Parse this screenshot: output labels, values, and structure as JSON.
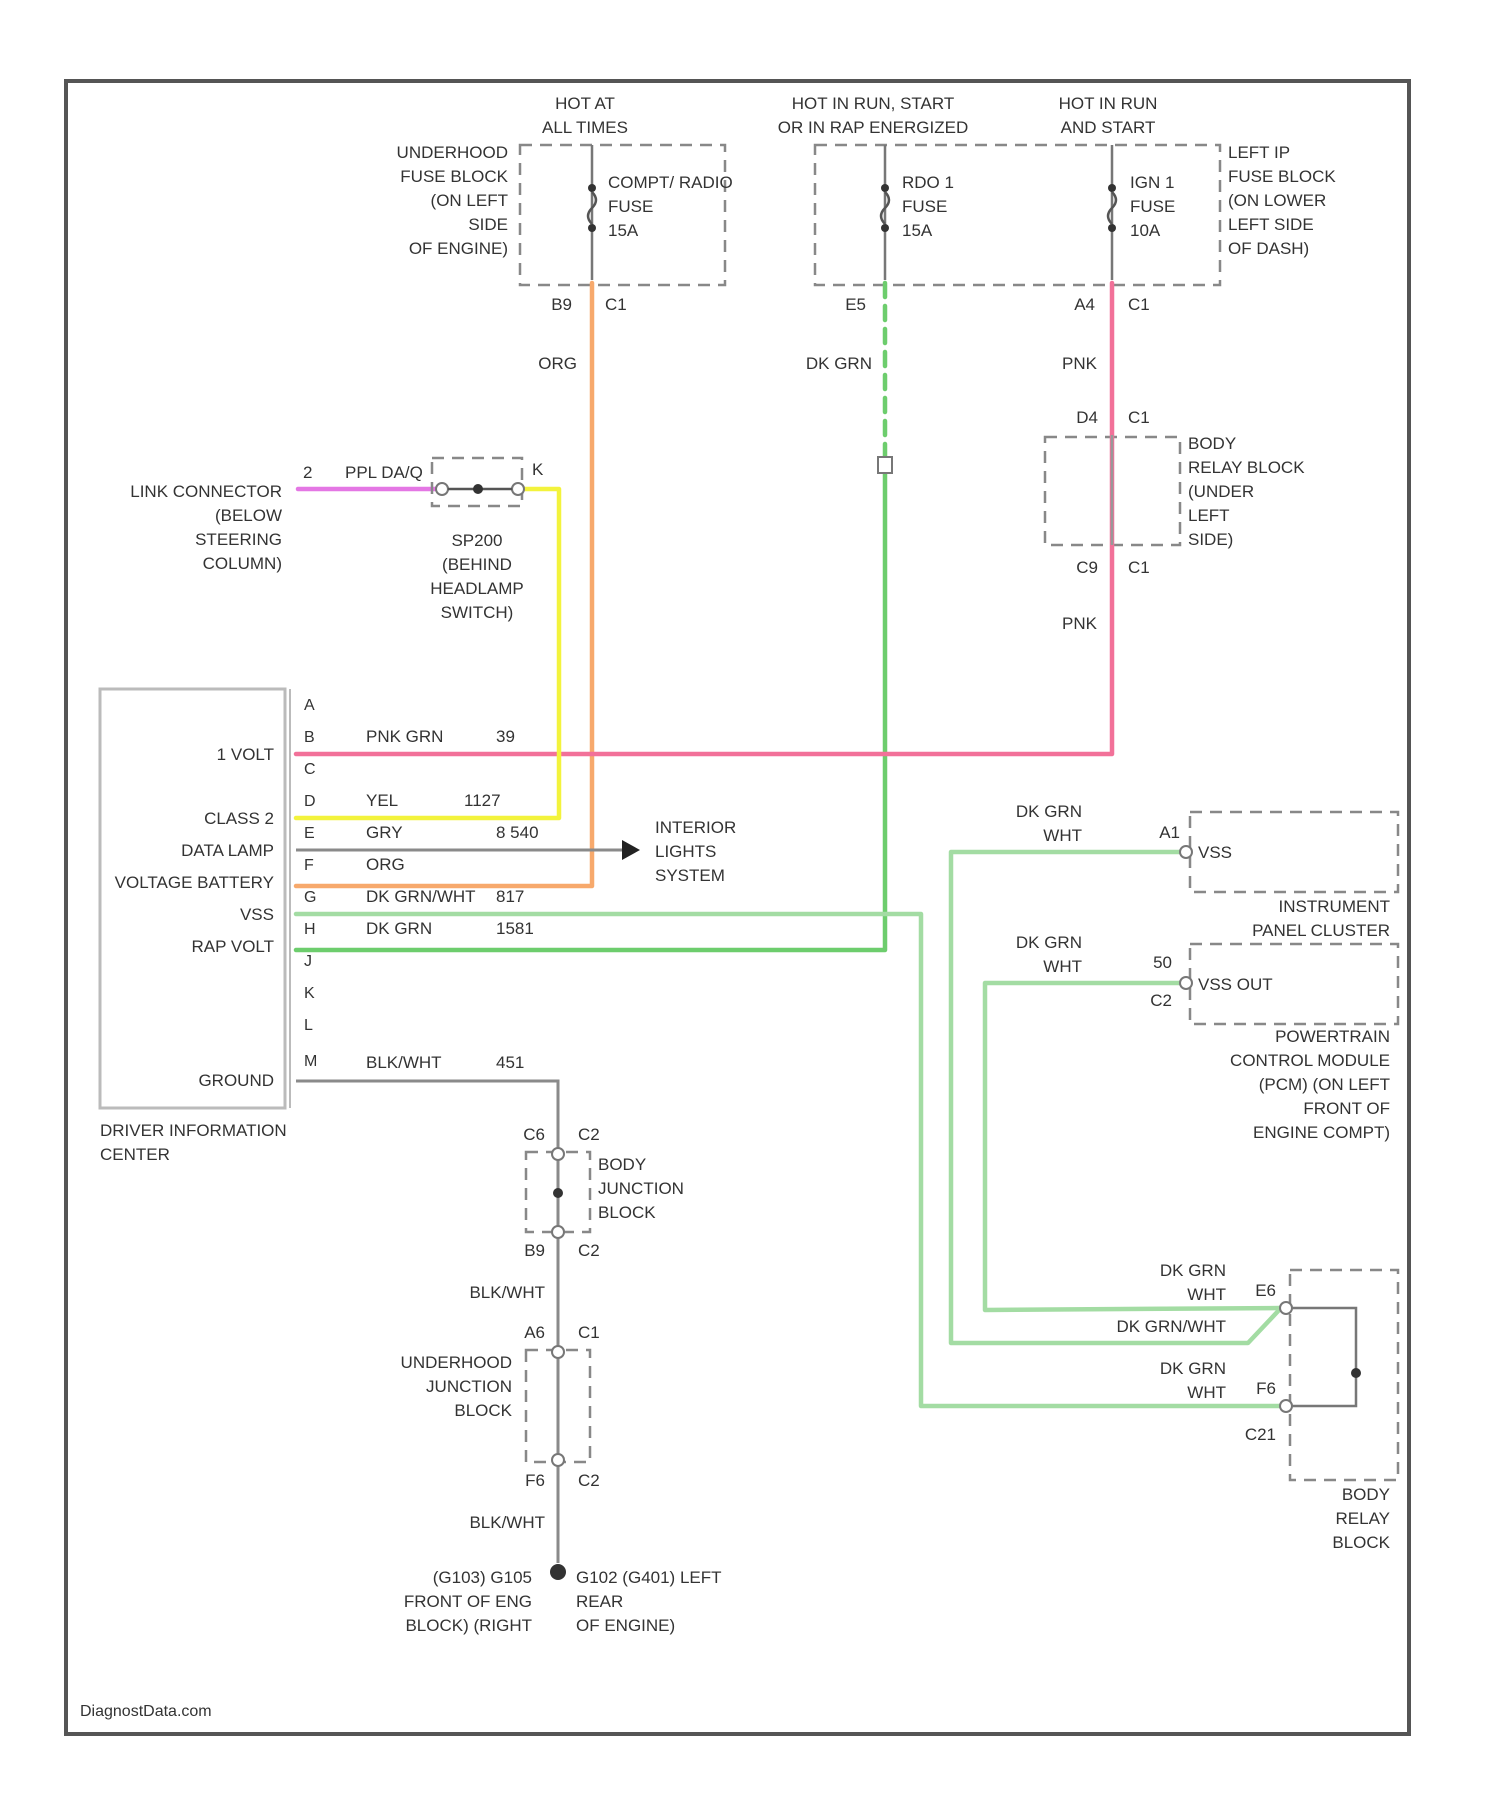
{
  "power_sources": {
    "hot_at_all_times": [
      "HOT AT",
      "ALL TIMES"
    ],
    "hot_in_run_start": [
      "HOT IN RUN, START",
      "OR IN RAP ENERGIZED"
    ],
    "hot_in_run_and_start": [
      "HOT IN RUN",
      "AND START"
    ]
  },
  "underhood_fuse_block": {
    "label": [
      "UNDERHOOD",
      "FUSE BLOCK",
      "(ON LEFT",
      "SIDE",
      "OF ENGINE)"
    ],
    "fuse": [
      "COMPT/ RADIO",
      "FUSE",
      "15A"
    ],
    "pin_left": "B9",
    "pin_right": "C1"
  },
  "left_ip_fuse_block": {
    "label": [
      "LEFT IP",
      "FUSE BLOCK",
      "(ON LOWER",
      "LEFT SIDE",
      "OF DASH)"
    ],
    "fuse_rdo": [
      "RDO 1",
      "FUSE",
      "15A"
    ],
    "fuse_ign": [
      "IGN 1",
      "FUSE",
      "10A"
    ],
    "pin_e5": "E5",
    "pin_a4": "A4",
    "pin_c1": "C1"
  },
  "wires": {
    "org_label": "ORG",
    "dk_grn_label": "DK GRN",
    "pnk_label_top": "PNK",
    "pnk_label_bottom": "PNK",
    "ppl_dash": "PPL DA/Q"
  },
  "body_relay_block_top": {
    "label": [
      "BODY",
      "RELAY BLOCK",
      "(UNDER",
      "LEFT",
      "SIDE)"
    ],
    "pin_top_left": "D4",
    "pin_top_right": "C1",
    "pin_bottom_left": "C9",
    "pin_bottom_right": "C1"
  },
  "link_connector": {
    "label": [
      "LINK CONNECTOR",
      "(BELOW",
      "STEERING",
      "COLUMN)"
    ],
    "pin": "2"
  },
  "headlamp_switch": {
    "label": [
      "SP200",
      "(BEHIND",
      "HEADLAMP",
      "SWITCH)"
    ],
    "pin": "K"
  },
  "dic": {
    "label": [
      "DRIVER INFORMATION",
      "CENTER"
    ],
    "pins": [
      "A",
      "B",
      "C",
      "D",
      "E",
      "F",
      "G",
      "H",
      "J",
      "K",
      "L",
      "M"
    ],
    "signals": {
      "B": "1 VOLT",
      "D": "CLASS 2",
      "E": "DATA LAMP",
      "F": "VOLTAGE BATTERY",
      "G": "VSS",
      "H": "RAP VOLT",
      "M": "GROUND"
    },
    "wire_colors": {
      "B": "PNK GRN",
      "D": "YEL",
      "E": "GRY",
      "F": "ORG",
      "G": "DK GRN/WHT",
      "H": "DK GRN",
      "M": "BLK/WHT"
    },
    "circuits": {
      "B": "39",
      "D": "1127",
      "E": "8 540",
      "G": "817",
      "H": "1581",
      "M": "451"
    }
  },
  "interior_lights": [
    "INTERIOR",
    "LIGHTS",
    "SYSTEM"
  ],
  "instrument_cluster": {
    "label": [
      "INSTRUMENT",
      "PANEL CLUSTER"
    ],
    "wire": [
      "DK GRN",
      "WHT"
    ],
    "pin": "A1",
    "signal": "VSS"
  },
  "pcm": {
    "label": [
      "POWERTRAIN",
      "CONTROL MODULE",
      "(PCM) (ON LEFT",
      "FRONT OF",
      "ENGINE COMPT)"
    ],
    "wire": [
      "DK GRN",
      "WHT"
    ],
    "pin": "50",
    "pin_sub": "C2",
    "signal": "VSS OUT"
  },
  "body_junction_block": {
    "label": [
      "BODY",
      "JUNCTION",
      "BLOCK"
    ],
    "pin_top_left": "C6",
    "pin_top_right": "C2",
    "pin_bottom_left": "B9",
    "pin_bottom_right": "C2"
  },
  "ground_path": {
    "wire_1": "BLK/WHT",
    "wire_2": "BLK/WHT"
  },
  "underhood_junction_block": {
    "label": [
      "UNDERHOOD",
      "JUNCTION",
      "BLOCK"
    ],
    "pin_top_left": "A6",
    "pin_top_right": "C1",
    "pin_bottom_left": "F6",
    "pin_bottom_right": "C2"
  },
  "ground_points": {
    "left": [
      "(G103) G105",
      "FRONT OF ENG",
      "BLOCK) (RIGHT"
    ],
    "right": [
      "G102 (G401) LEFT",
      "REAR",
      "OF ENGINE)"
    ]
  },
  "body_relay_block_bottom": {
    "label": [
      "BODY",
      "RELAY",
      "BLOCK"
    ],
    "wire_top": [
      "DK GRN",
      "WHT"
    ],
    "wire_mid": "DK GRN/WHT",
    "wire_bot": [
      "DK GRN",
      "WHT"
    ],
    "pin_top": "E6",
    "pin_bot": "F6",
    "pin_sub": "C21"
  },
  "watermark": "DiagnostData.com",
  "colors": {
    "org": "#f7a96c",
    "dk_grn": "#6dcd6d",
    "dk_grn_wht": "#a3dca3",
    "pnk": "#f27199",
    "yel": "#f3f33c",
    "ppl": "#e477e4",
    "gry": "#9a9a9a",
    "blk_wht": "#8a8a8a"
  }
}
